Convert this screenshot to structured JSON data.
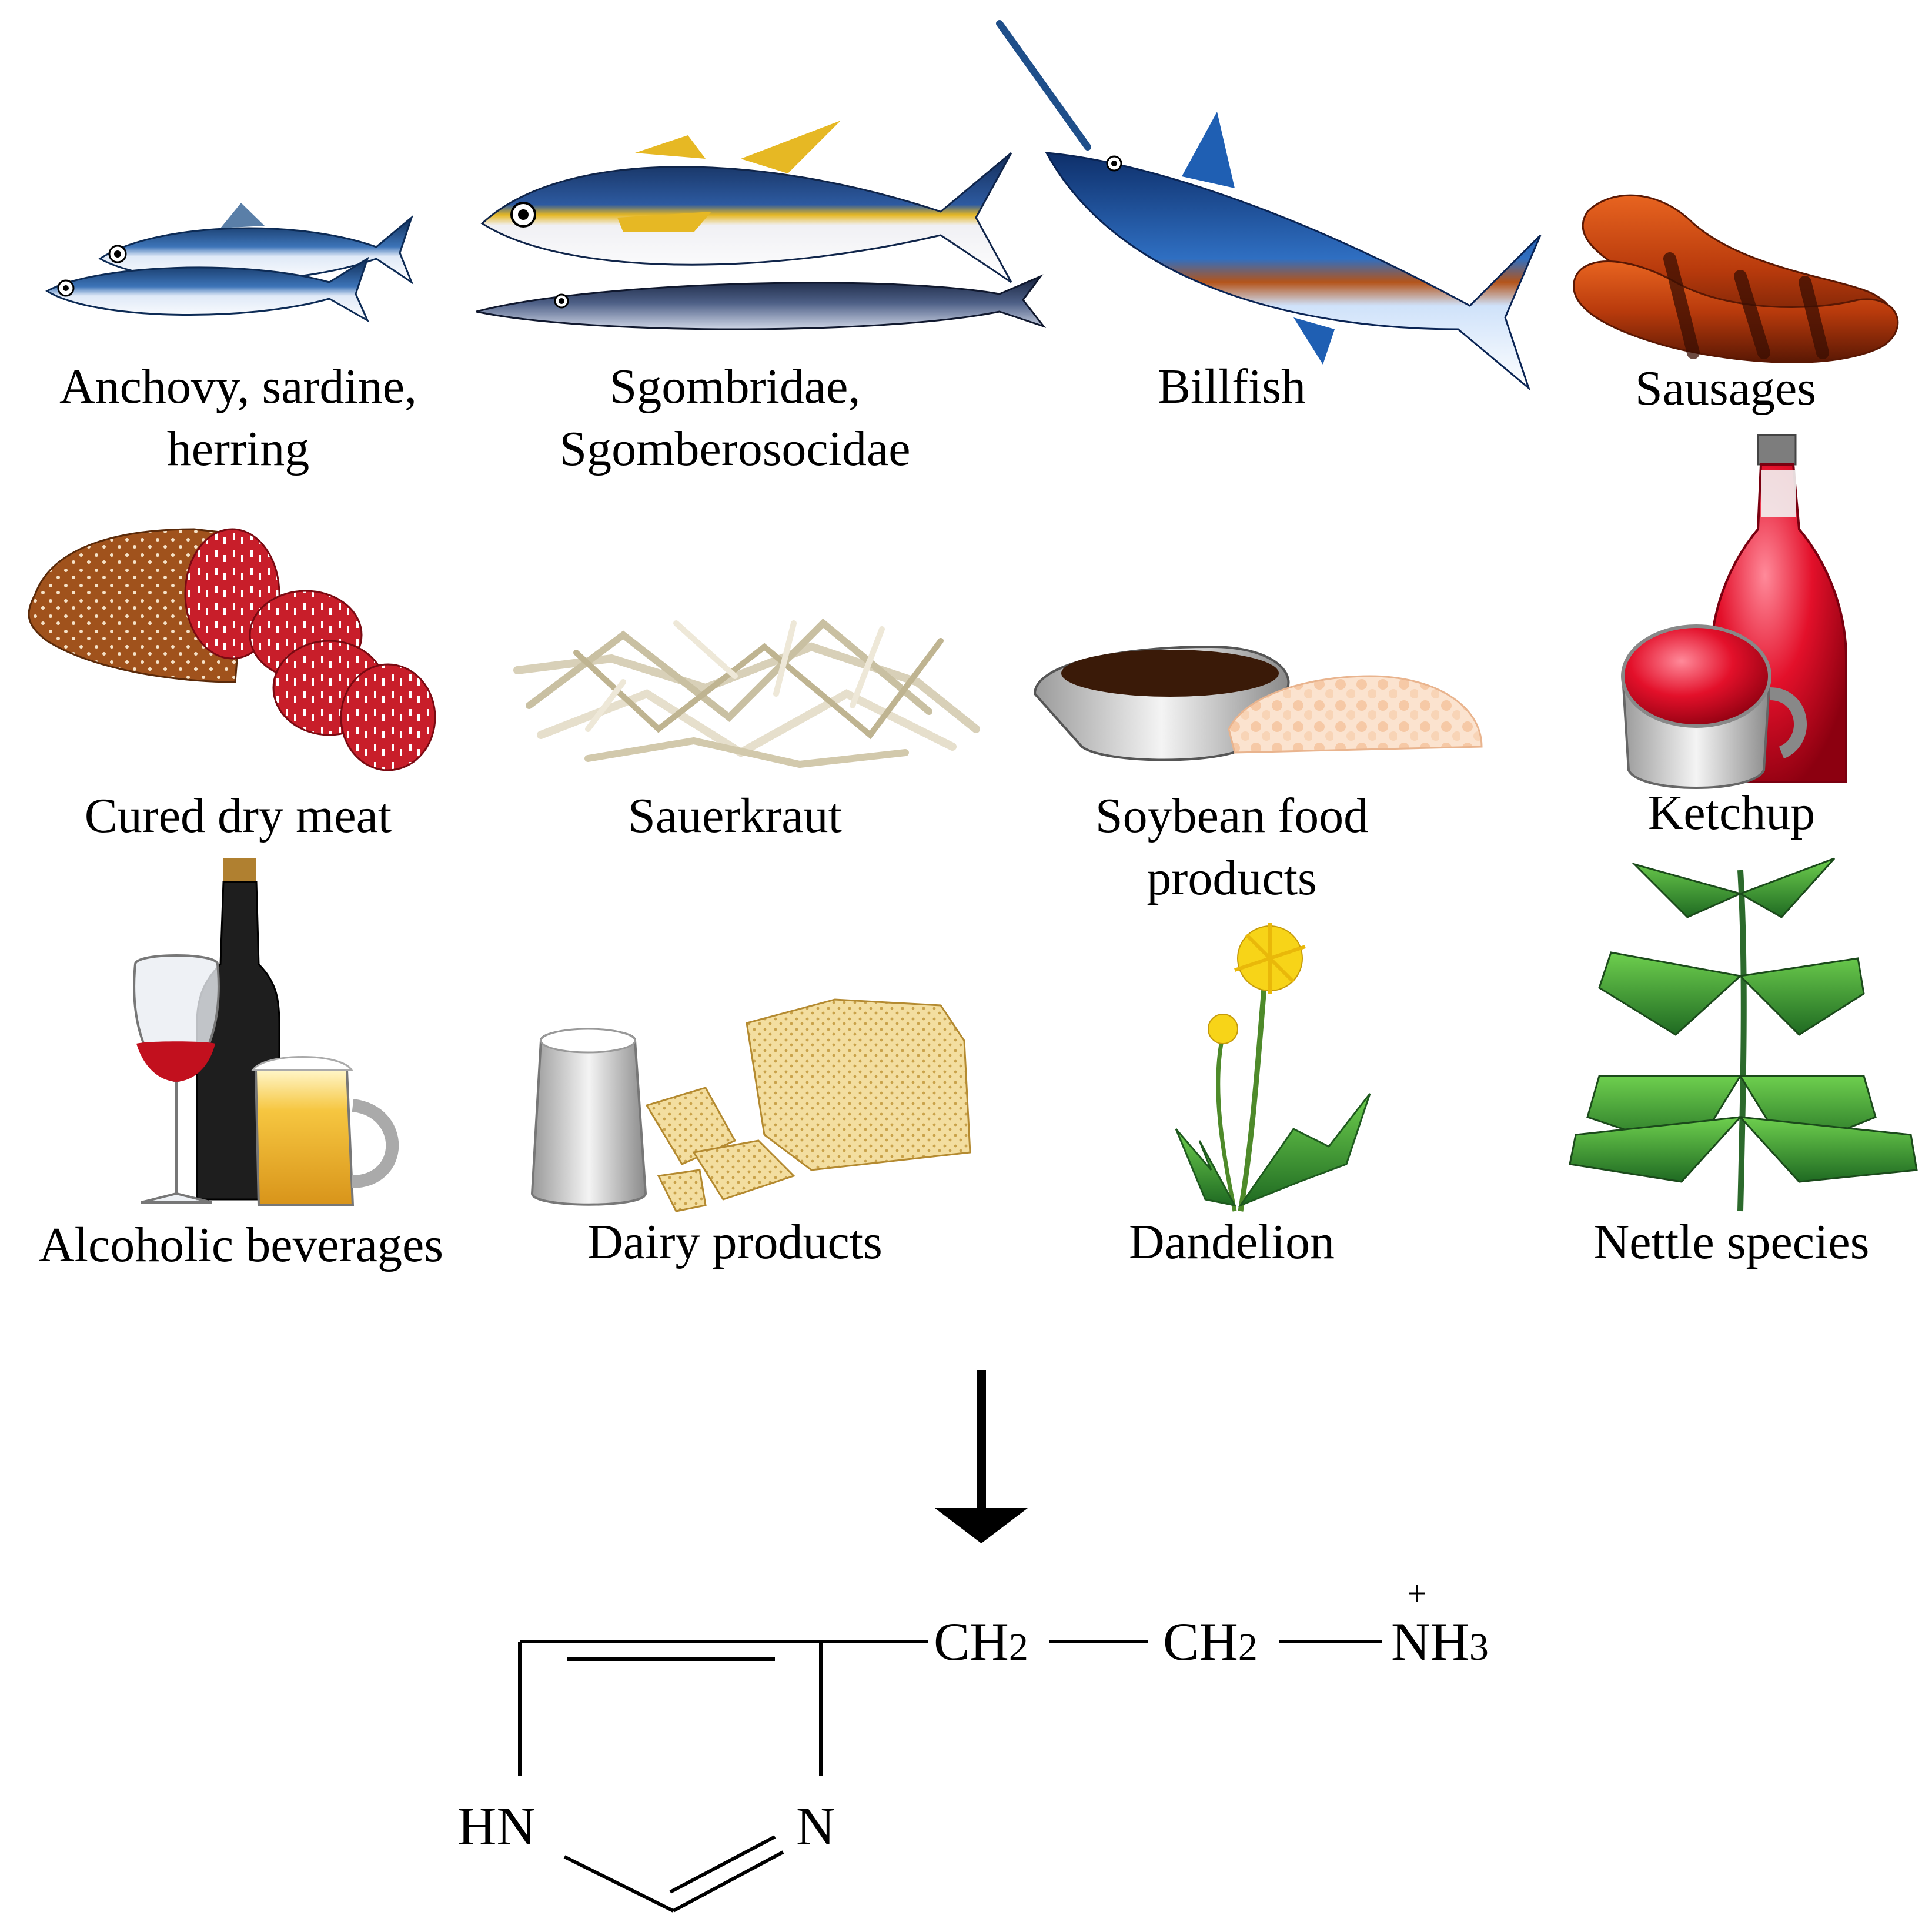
{
  "foods": [
    {
      "id": "anchovy",
      "lines": [
        "Anchovy, sardine,",
        "herring"
      ]
    },
    {
      "id": "sgombridae",
      "lines": [
        "Sgombridae,",
        "Sgomberosocidae"
      ]
    },
    {
      "id": "billfish",
      "lines": [
        "Billfish"
      ]
    },
    {
      "id": "sausages",
      "lines": [
        "Sausages"
      ]
    },
    {
      "id": "cured-meat",
      "lines": [
        "Cured dry meat"
      ]
    },
    {
      "id": "sauerkraut",
      "lines": [
        "Sauerkraut"
      ]
    },
    {
      "id": "soybean",
      "lines": [
        "Soybean food",
        "products"
      ]
    },
    {
      "id": "ketchup",
      "lines": [
        "Ketchup"
      ]
    },
    {
      "id": "alcohol",
      "lines": [
        "Alcoholic beverages"
      ]
    },
    {
      "id": "dairy",
      "lines": [
        "Dairy products"
      ]
    },
    {
      "id": "dandelion",
      "lines": [
        "Dandelion"
      ]
    },
    {
      "id": "nettle",
      "lines": [
        "Nettle species"
      ]
    }
  ],
  "molecule": {
    "ch2_a": {
      "main": "CH",
      "sub": "2"
    },
    "ch2_b": {
      "main": "CH",
      "sub": "2"
    },
    "nh3": {
      "main": "NH",
      "sub": "3",
      "charge": "+"
    },
    "hn": "HN",
    "n": "N"
  },
  "colors": {
    "ink": "#000000",
    "fish_blue": "#1f4f8a",
    "fish_yellow": "#e0b21a",
    "sausage": "#c2400f",
    "meat_red": "#c0202a",
    "ketchup": "#e0102a",
    "leaf": "#2f8a2f",
    "flower": "#f5d21a"
  }
}
